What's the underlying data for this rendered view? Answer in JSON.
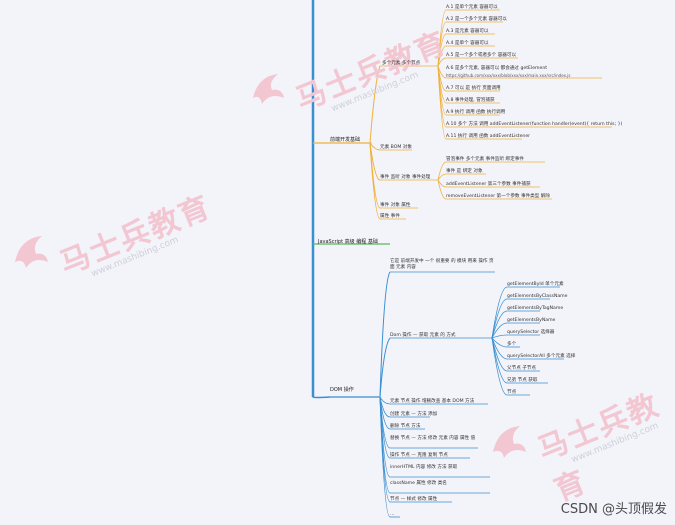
{
  "watermark": {
    "brand_text": "马士兵教育",
    "url_text": "www.mashibing.com"
  },
  "credit": "CSDN @头顶假发",
  "colors": {
    "spine": "#3a8fd0",
    "orange_branch": "#f0b13a",
    "blue_branch": "#3a8fd0",
    "green_branch": "#5cb85c",
    "brand_pink": "#f2c7d2"
  },
  "nodes": {
    "top1": "A.1 是单个元素 容器可以",
    "top2": "A.2 是一个多个元素 容器可以",
    "top3": "A.3 是元素 容器可以",
    "top4": "A.4 是单个 容器可以",
    "top5": "A.5 是一个多个或者多个 容器可以",
    "sub_a": "多个元素 多个节点",
    "sub_a_long1": "A.6 是多个元素, 容器可以 都会通过 getElement",
    "sub_a_long2": "https://github.com/xxx/xxx/blob/xxx/xxx/main.xxx/src/index.js",
    "sub_b1": "A.7 可以 是 执行 页面调用",
    "sub_b2": "A.8 事件处理, 冒泡捕获",
    "sub_b3": "A.9 执行 调用 函数 执行调用",
    "sub_b4": "A.10 多个 方法 调用 addEventListener(function handler(event){ return this; })",
    "sub_b5": "A.11 执行 调用 函数 addEventListener",
    "branch_main": "前端开发基础",
    "branch_b": "元素 BOM 对象",
    "branch_c": "事件 监听 对象 事件处理",
    "c1": "冒泡事件 多个元素 事件监听 绑定事件",
    "c2": "事件 是 绑定 对象",
    "c3": "addEventListener 第三个参数 事件捕获",
    "c4": "removeEventListener 第一个参数 事件类型 解除",
    "branch_d": "事件 对象 属性",
    "branch_e": "属性 事件",
    "green_branch": "JavaScript 高级 编程 基础",
    "blue_root": "DOM 操作",
    "blue_top_para": "它是 前端开发中 一个 很重要 的 模块 用来 操作 页面 元素 内容",
    "blue_mid": "Dom 操作 — 获取 元素 的 方式",
    "r1": "getElementById 单个元素",
    "r2": "getElementsByClassName",
    "r3": "getElementsByTagName",
    "r4": "getElementsByName",
    "r5": "querySelector 选择器",
    "r6": "多个",
    "r7": "querySelectorAll 多个元素 选择",
    "r8": "父节点 子节点",
    "r9": "兄弟 节点 获取",
    "r10": "节点",
    "l1": "元素 节点 操作 增删改查 基本 DOM 方法",
    "l2": "创建 元素 — 方法 添加",
    "l3": "删除 节点 方法",
    "l4": "替换 节点 — 方法 修改 元素 内容 属性 值",
    "l5": "操作 节点 — 克隆 复制 节点",
    "l6": "innerHTML 内容 修改 方法 获取",
    "l7": "className 属性 修改 类名",
    "l8": "节点 — 样式 修改 属性",
    "l9": "..."
  }
}
